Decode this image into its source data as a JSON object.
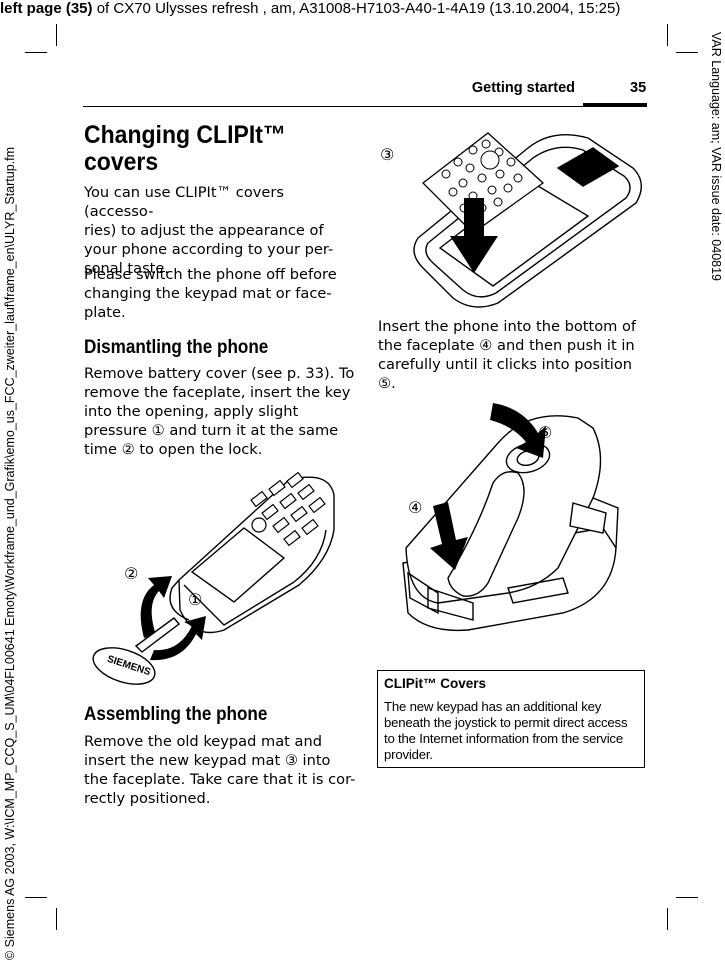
{
  "top_margin": {
    "prefix": "left page (35)",
    "rest": " of CX70 Ulysses refresh , am, A31008-H7103-A40-1-4A19 (13.10.2004, 15:25)"
  },
  "side_left": "© Siemens AG 2003, W:\\ICM_MP_CCQ_S_UM\\04FL00641 Emoty\\Workframe_und_Grafik\\emo_us_FCC_zweiter_lauf\\frame_en\\ULYR_Startup.fm",
  "side_right": "VAR Language: am; VAR issue date: 040819",
  "header": {
    "section": "Getting started",
    "page_number": "35"
  },
  "main_title": [
    "Changing CLIPIt™",
    "covers"
  ],
  "intro": [
    [
      "You can use CLIPIt™ covers (accesso-",
      "ries) to adjust the appearance of",
      "your phone according to your per-",
      "sonal taste."
    ],
    [
      "Please switch the phone off before",
      "changing the keypad mat or face-",
      "plate."
    ]
  ],
  "dismantle": {
    "heading": "Dismantling the phone",
    "lines": [
      "Remove battery cover (see p. 33). To",
      "remove the faceplate, insert the key",
      "into the opening, apply slight",
      "pressure ① and turn it at the same",
      "time ② to open the lock."
    ]
  },
  "assemble": {
    "heading": "Assembling the phone",
    "lines": [
      "Remove the old keypad mat and",
      "insert the new keypad mat ③ into",
      "the faceplate. Take care that it is cor-",
      "rectly positioned."
    ]
  },
  "insert_text": [
    "Insert the phone into the bottom of",
    "the faceplate ④ and then push it in",
    "carefully until it clicks into position",
    "⑤."
  ],
  "figure_labels": {
    "one": "①",
    "two": "②",
    "three": "③",
    "four": "④",
    "five": "⑤",
    "key_brand": "SIEMENS"
  },
  "note": {
    "title": "CLIPit™ Covers",
    "lines": [
      "The new keypad has an additional key",
      "beneath the joystick to permit direct access",
      "to the Internet information from the service",
      "provider."
    ]
  }
}
